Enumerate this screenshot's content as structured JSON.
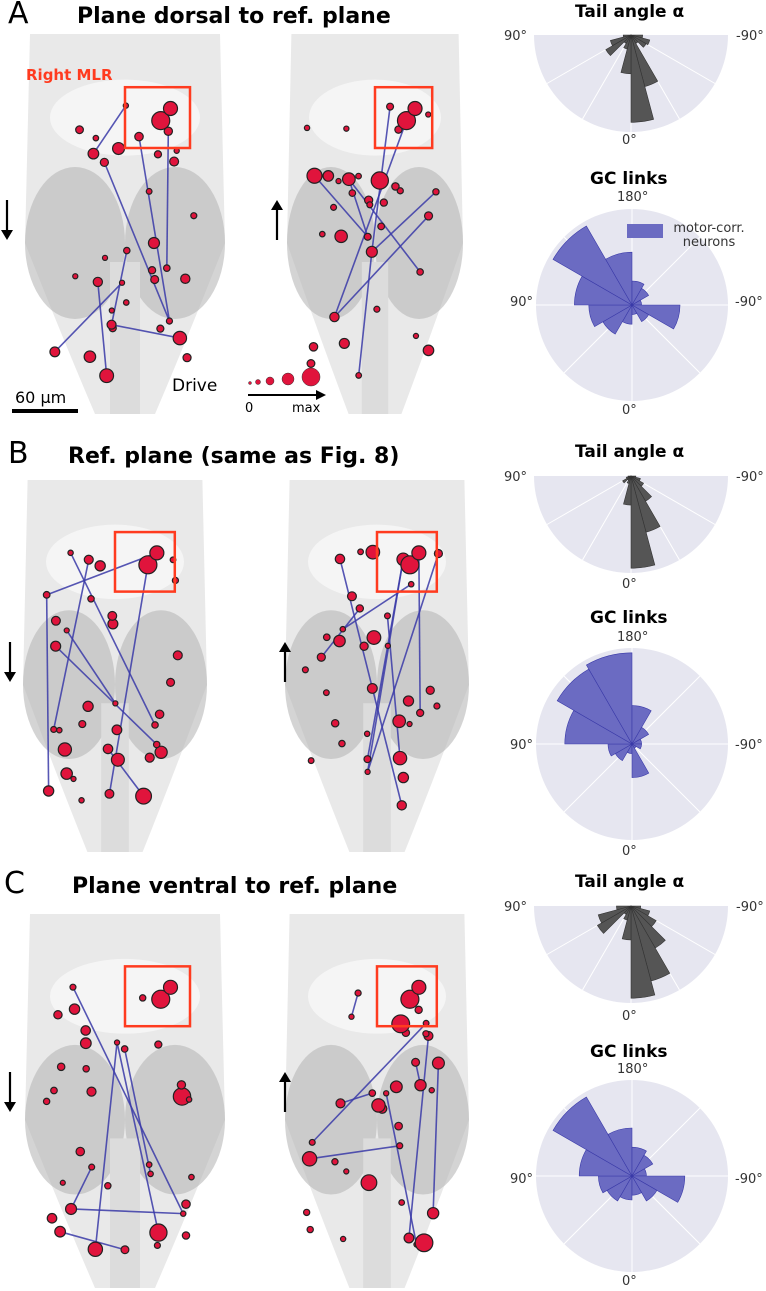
{
  "figure": {
    "panels": [
      {
        "letter": "A",
        "title": "Plane dorsal to ref. plane",
        "tail_title": "Tail angle α",
        "gc_title": "GC links",
        "tail_ticks": {
          "left": "90°",
          "right": "-90°",
          "bottom": "0°"
        },
        "gc_ticks": {
          "top": "180°",
          "left": "90°",
          "right": "-90°",
          "bottom": "0°"
        },
        "tail_bars": [
          0.12,
          0.2,
          0.18,
          0.1,
          0.55,
          0.9,
          0.4,
          0.15,
          0.1,
          0.3,
          0.22,
          0.08
        ],
        "gc_bars": [
          0.2,
          0.35,
          0.45,
          0.6,
          0.95,
          0.55,
          0.25,
          0.2,
          0.1,
          0.5,
          0.2,
          0.1
        ]
      },
      {
        "letter": "B",
        "title": "Ref. plane (same as Fig. 8)",
        "tail_title": "Tail angle α",
        "gc_title": "GC links",
        "tail_ticks": {
          "left": "90°",
          "right": "-90°",
          "bottom": "0°"
        },
        "gc_ticks": {
          "top": "180°",
          "left": "90°",
          "right": "-90°",
          "bottom": "0°"
        },
        "tail_bars": [
          0.05,
          0.1,
          0.15,
          0.3,
          0.6,
          0.95,
          0.3,
          0.08,
          0.05,
          0.1,
          0.05,
          0.03
        ],
        "gc_bars": [
          0.1,
          0.2,
          0.25,
          0.7,
          0.9,
          0.95,
          0.4,
          0.2,
          0.1,
          0.1,
          0.05,
          0.35
        ]
      },
      {
        "letter": "C",
        "title": "Plane ventral to ref. plane",
        "tail_title": "Tail angle α",
        "gc_title": "GC links",
        "tail_ticks": {
          "left": "90°",
          "right": "-90°",
          "bottom": "0°"
        },
        "gc_ticks": {
          "top": "180°",
          "left": "90°",
          "right": "-90°",
          "bottom": "0°"
        },
        "tail_bars": [
          0.1,
          0.2,
          0.3,
          0.5,
          0.8,
          0.95,
          0.35,
          0.15,
          0.1,
          0.4,
          0.35,
          0.15
        ],
        "gc_bars": [
          0.25,
          0.3,
          0.35,
          0.55,
          0.95,
          0.5,
          0.3,
          0.25,
          0.15,
          0.55,
          0.3,
          0.2
        ]
      }
    ],
    "labels": {
      "right_mlr": "Right MLR",
      "scale_bar": "60 µm",
      "drive": "Drive",
      "drive_min": "0",
      "drive_max": "max",
      "legend": "motor-corr. neurons"
    },
    "colors": {
      "mlr_box": "#ff3b1f",
      "neuron_fill": "#e0143c",
      "link": "#3a3aa8",
      "tail_bar": "#555555",
      "gc_bar": "#6b6bc2",
      "polar_bg": "#e6e6f0"
    }
  }
}
